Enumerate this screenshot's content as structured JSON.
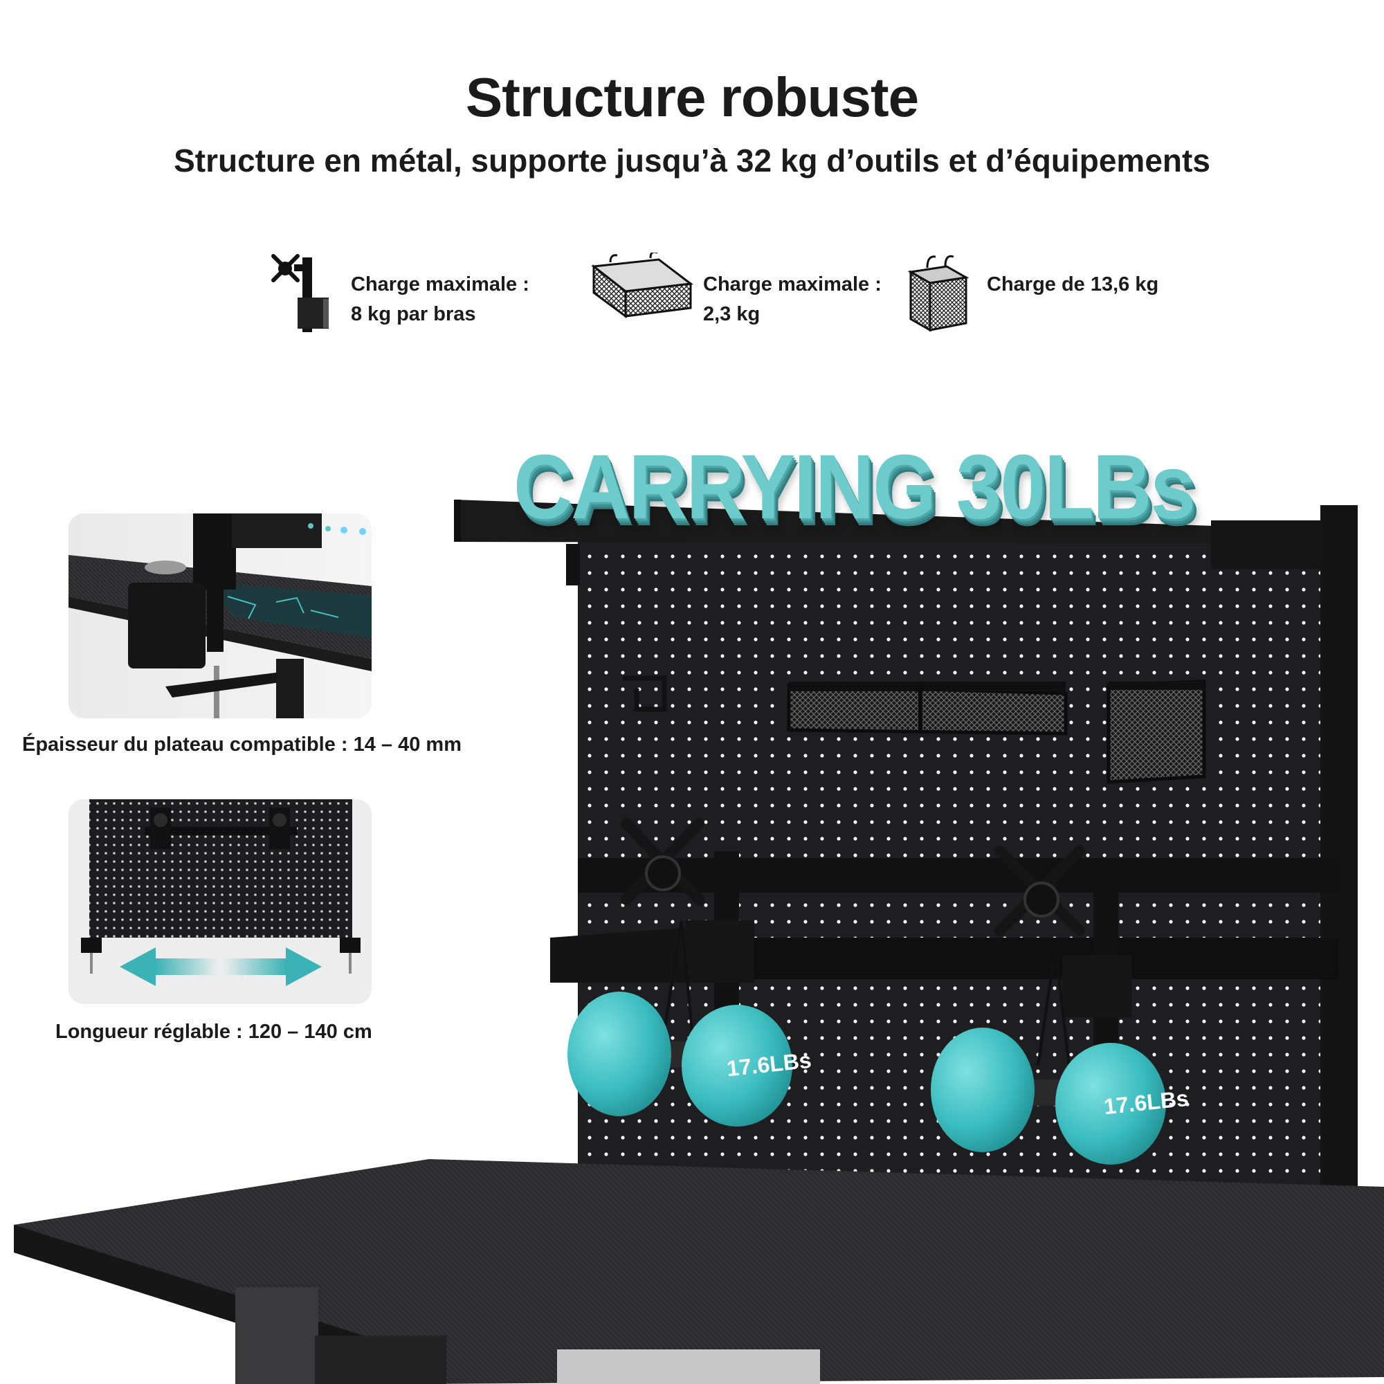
{
  "header": {
    "title": "Structure robuste",
    "subtitle": "Structure en métal, supporte jusqu’à 32 kg d’outils et d’équipements"
  },
  "specs": [
    {
      "icon": "monitor-arm-icon",
      "line1": "Charge maximale :",
      "line2": "8 kg par bras"
    },
    {
      "icon": "wire-tray-icon",
      "line1": "Charge maximale :",
      "line2": "2,3 kg"
    },
    {
      "icon": "wire-basket-icon",
      "line1": "Charge de 13,6 kg",
      "line2": ""
    }
  ],
  "features": [
    {
      "image": "desk-clamp-closeup",
      "caption": "Épaisseur du plateau compatible : 14 – 40 mm"
    },
    {
      "image": "adjustable-length-pegboard",
      "caption": "Longueur réglable : 120 – 140 cm"
    }
  ],
  "hero": {
    "headline": "CARRYING 30LBs",
    "dumbbell_left_label": "17.6LBs",
    "dumbbell_right_label": "17.6LBs"
  },
  "colors": {
    "accent": "#5cc5c6",
    "accent_dark": "#2f8d8f",
    "board": "#1c1c1e",
    "text": "#1b1b1b"
  }
}
